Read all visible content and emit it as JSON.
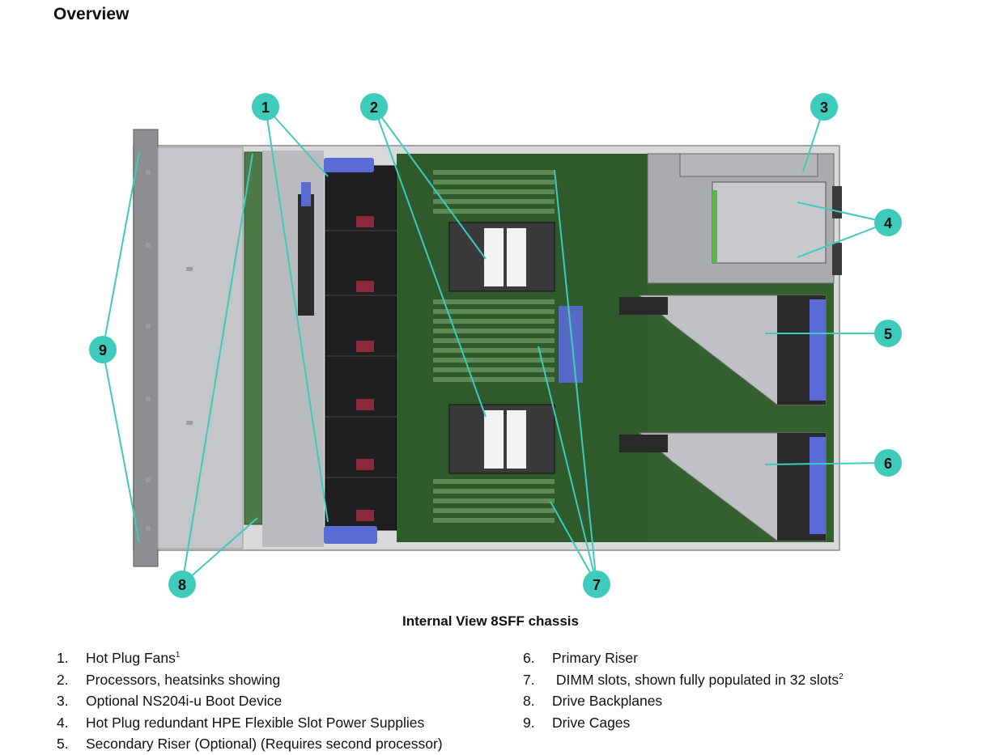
{
  "page_title": "Overview",
  "figure": {
    "caption": "Internal View 8SFF chassis",
    "callouts": [
      "1",
      "2",
      "3",
      "4",
      "5",
      "6",
      "7",
      "8",
      "9"
    ]
  },
  "legend": [
    {
      "num": "1.",
      "text": "Hot Plug Fans",
      "sup": "1"
    },
    {
      "num": "2.",
      "text": "Processors, heatsinks showing",
      "sup": ""
    },
    {
      "num": "3.",
      "text": "Optional NS204i-u Boot Device",
      "sup": ""
    },
    {
      "num": "4.",
      "text": "Hot Plug redundant HPE Flexible Slot Power Supplies",
      "sup": ""
    },
    {
      "num": "5.",
      "text": "Secondary Riser (Optional) (Requires second processor)",
      "sup": ""
    },
    {
      "num": "6.",
      "text": "Primary Riser",
      "sup": ""
    },
    {
      "num": "7.",
      "text": " DIMM slots, shown fully populated in 32 slots",
      "sup": "2"
    },
    {
      "num": "8.",
      "text": "Drive Backplanes",
      "sup": ""
    },
    {
      "num": "9.",
      "text": "Drive Cages",
      "sup": ""
    }
  ],
  "colors": {
    "callout": "#3ecbbb",
    "board": "#2f5a2c",
    "chassis": "#c9cbcd",
    "fan": "#1f1f22",
    "latch": "#5b6bd6"
  }
}
